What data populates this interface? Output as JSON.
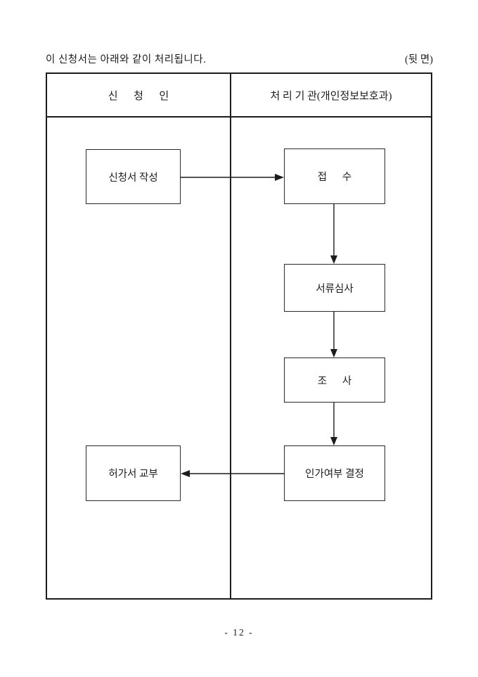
{
  "page": {
    "intro_text": "이 신청서는 아래와 같이 처리됩니다.",
    "side_label": "(뒷 면)",
    "page_number": "- 12 -"
  },
  "table": {
    "columns": [
      {
        "header": "신      청      인"
      },
      {
        "header": "처 리 기 관(개인정보보호과)"
      }
    ]
  },
  "flow": {
    "applicant_steps": [
      {
        "id": "write-application",
        "label": "신청서 작성"
      },
      {
        "id": "issue-permit",
        "label": "허가서 교부"
      }
    ],
    "agency_steps": [
      {
        "id": "receipt",
        "label": "접      수"
      },
      {
        "id": "document-review",
        "label": "서류심사"
      },
      {
        "id": "investigation",
        "label": "조      사"
      },
      {
        "id": "approval-decision",
        "label": "인가여부 결정"
      }
    ]
  }
}
